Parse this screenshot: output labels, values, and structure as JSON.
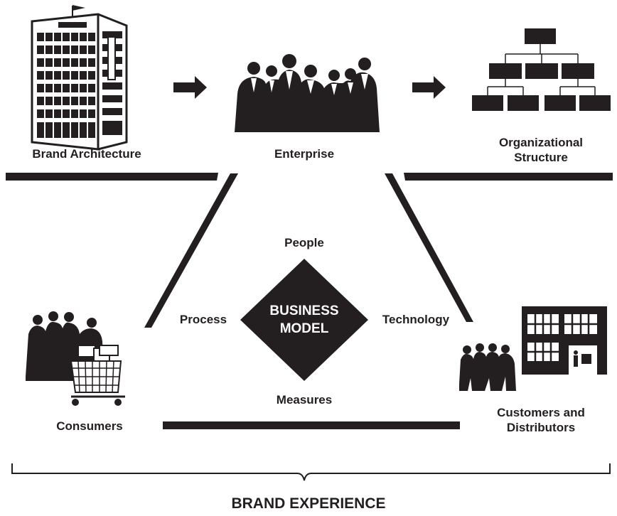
{
  "nodes": {
    "brand_architecture": "Brand Architecture",
    "enterprise": "Enterprise",
    "org_structure_line1": "Organizational",
    "org_structure_line2": "Structure",
    "consumers": "Consumers",
    "customers_line1": "Customers and",
    "customers_line2": "Distributors"
  },
  "business_model": {
    "line1": "BUSINESS",
    "line2": "MODEL",
    "top": "People",
    "left": "Process",
    "right": "Technology",
    "bottom": "Measures"
  },
  "footer": "BRAND EXPERIENCE",
  "colors": {
    "ink": "#231f20",
    "background": "#ffffff"
  }
}
